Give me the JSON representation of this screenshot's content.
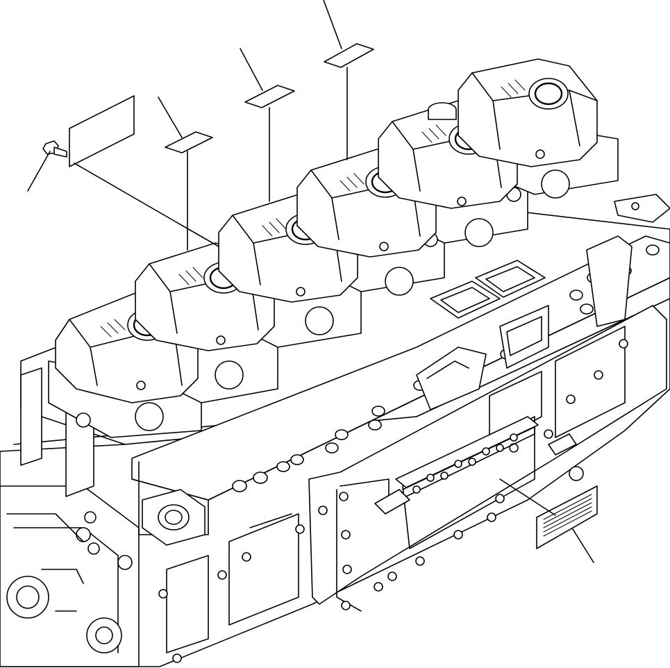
{
  "diagram": {
    "kind": "exploded-parts-view",
    "subject": "engine-cylinder-head-labels",
    "colors": {
      "line": "#000000",
      "background": "#ffffff"
    },
    "cylinder_count": 6,
    "leader_callouts": [
      {
        "part": "bolt"
      },
      {
        "part": "name-plate"
      },
      {
        "part": "label-cyl-1"
      },
      {
        "part": "label-cyl-2"
      },
      {
        "part": "label-cyl-3"
      },
      {
        "part": "side-label"
      }
    ]
  }
}
